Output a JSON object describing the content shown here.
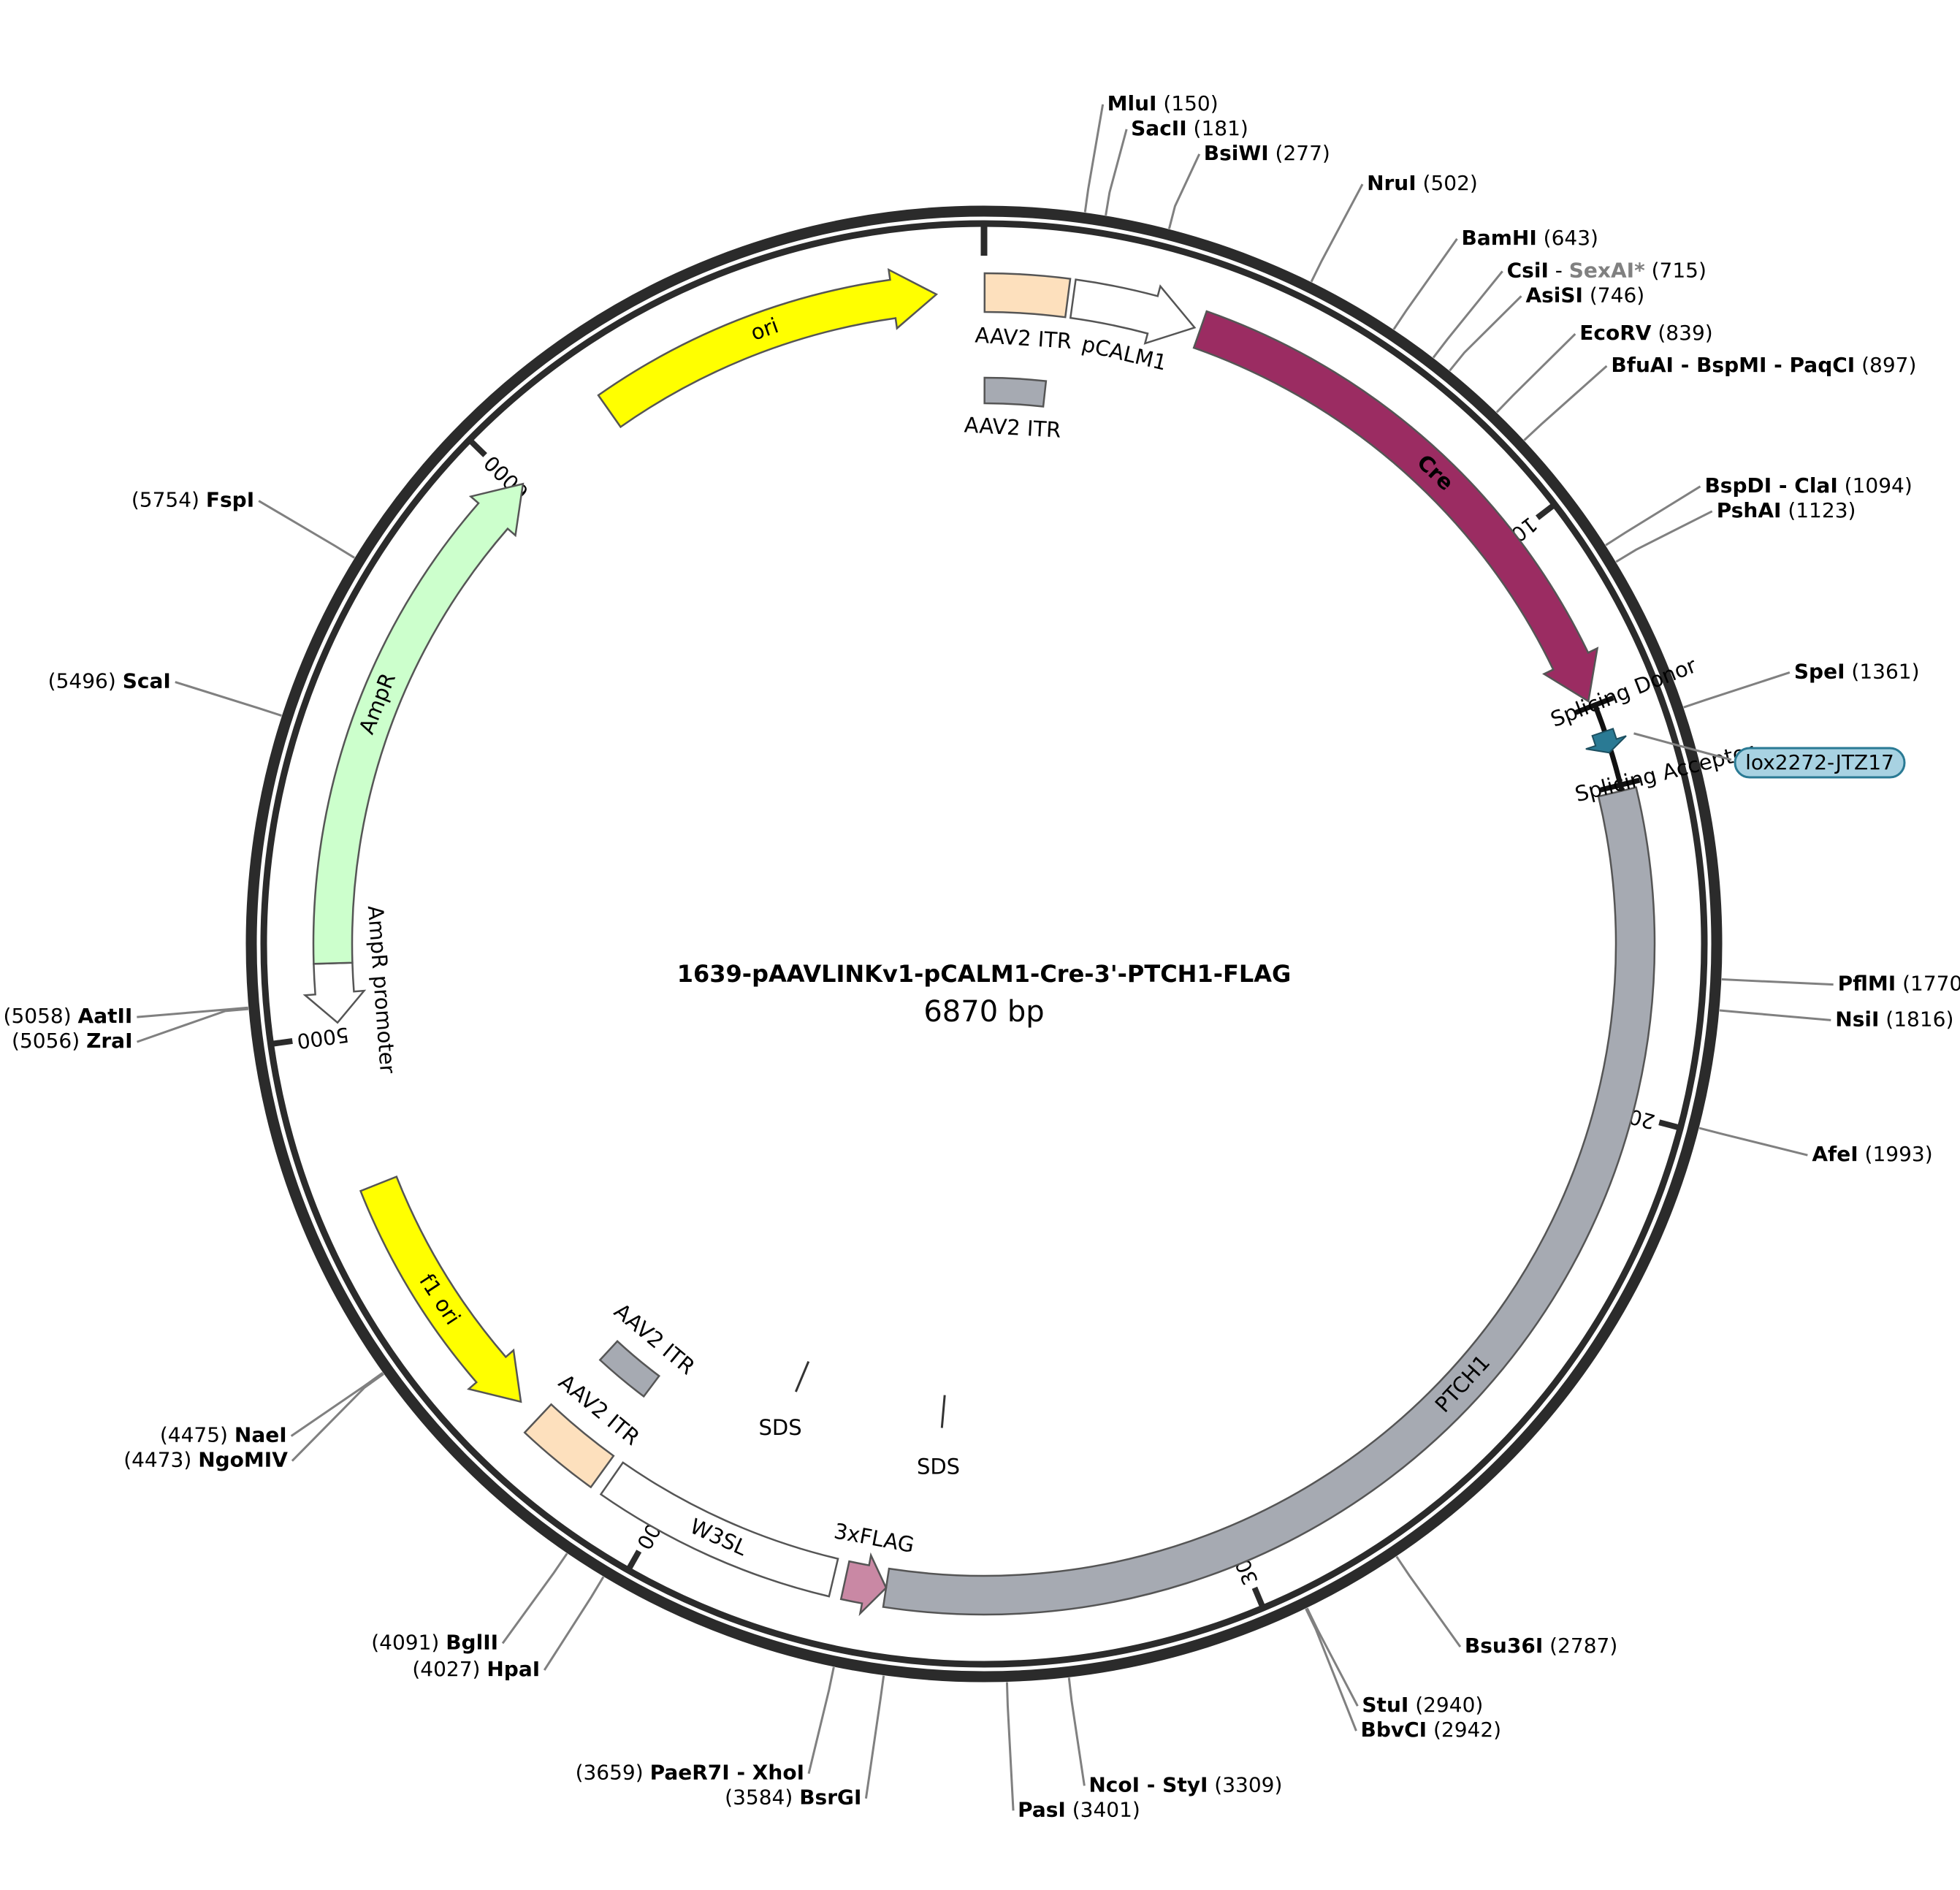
{
  "plasmid": {
    "name": "1639-pAAVLINKv1-pCALM1-Cre-3'-PTCH1-FLAG",
    "size_label": "6870 bp",
    "length": 6870
  },
  "ticks": [
    {
      "pos": 1000,
      "label": "1000"
    },
    {
      "pos": 2000,
      "label": "2000"
    },
    {
      "pos": 3000,
      "label": "3000"
    },
    {
      "pos": 4000,
      "label": "4000"
    },
    {
      "pos": 5000,
      "label": "5000"
    },
    {
      "pos": 6000,
      "label": "6000"
    }
  ],
  "features": [
    {
      "id": "aav2-itr-1",
      "label": "AAV2 ITR",
      "start": 1,
      "end": 141,
      "dir": 0,
      "color": "#fde0bd",
      "track": "outer"
    },
    {
      "id": "pcalm1",
      "label": "pCALM1",
      "start": 150,
      "end": 360,
      "dir": 1,
      "color": "#ffffff",
      "track": "outer"
    },
    {
      "id": "cre",
      "label": "Cre",
      "start": 370,
      "end": 1300,
      "dir": 1,
      "color": "#9b2c62",
      "track": "outer"
    },
    {
      "id": "aav2-itr-2",
      "label": "AAV2 ITR",
      "start": 1,
      "end": 120,
      "dir": 0,
      "color": "#a6aab2",
      "track": "inner"
    },
    {
      "id": "ptch1",
      "label": "PTCH1",
      "start": 1460,
      "end": 3600,
      "dir": 0,
      "color": "#a6aab2",
      "track": "outer"
    },
    {
      "id": "3xflag",
      "label": "3xFLAG",
      "start": 3600,
      "end": 3670,
      "dir": -1,
      "color": "#c988a4",
      "track": "outer"
    },
    {
      "id": "w3sl",
      "label": "W3SL",
      "start": 3690,
      "end": 4100,
      "dir": 0,
      "color": "#ffffff",
      "track": "outer"
    },
    {
      "id": "aav2-itr-3",
      "label": "AAV2 ITR",
      "start": 4120,
      "end": 4260,
      "dir": 0,
      "color": "#fde0bd",
      "track": "outer"
    },
    {
      "id": "aav2-itr-4",
      "label": "AAV2 ITR",
      "start": 4140,
      "end": 4250,
      "dir": 0,
      "color": "#a6aab2",
      "track": "inner"
    },
    {
      "id": "f1-ori",
      "label": "f1 ori",
      "start": 4300,
      "end": 4740,
      "dir": -1,
      "color": "#ffff00",
      "track": "outer"
    },
    {
      "id": "ampr-promoter",
      "label": "AmpR promoter",
      "start": 5020,
      "end": 5120,
      "dir": -1,
      "color": "#ffffff",
      "track": "outer"
    },
    {
      "id": "ampr",
      "label": "AmpR",
      "start": 5120,
      "end": 6010,
      "dir": 1,
      "color": "#ccffcc",
      "track": "outer"
    },
    {
      "id": "ori",
      "label": "ori",
      "start": 6200,
      "end": 6790,
      "dir": 1,
      "color": "#ffff00",
      "track": "outer"
    }
  ],
  "markers": [
    {
      "id": "splicing-donor",
      "label": "Splicing Donor",
      "pos": 1310
    },
    {
      "id": "splicing-acceptor",
      "label": "Splicing Acceptor",
      "pos": 1450
    },
    {
      "id": "sds-1",
      "label": "SDS",
      "pos": 3870
    },
    {
      "id": "sds-2",
      "label": "SDS",
      "pos": 3530
    }
  ],
  "lox_site": {
    "label": "lox2272-JTZ17",
    "pos": 1375,
    "color": "#a8d2e2"
  },
  "sites": [
    {
      "name": "MluI",
      "pos": 150
    },
    {
      "name": "SacII",
      "pos": 181
    },
    {
      "name": "BsiWI",
      "pos": 277
    },
    {
      "name": "NruI",
      "pos": 502
    },
    {
      "name": "BamHI",
      "pos": 643
    },
    {
      "name": "CsiI",
      "pos": 715,
      "alt": "SexAI*"
    },
    {
      "name": "AsiSI",
      "pos": 746
    },
    {
      "name": "EcoRV",
      "pos": 839
    },
    {
      "name": "BfuAI - BspMI - PaqCI",
      "pos": 897
    },
    {
      "name": "BspDI - ClaI",
      "pos": 1094
    },
    {
      "name": "PshAI",
      "pos": 1123
    },
    {
      "name": "SpeI",
      "pos": 1361
    },
    {
      "name": "PflMI",
      "pos": 1770
    },
    {
      "name": "NsiI",
      "pos": 1816
    },
    {
      "name": "AfeI",
      "pos": 1993
    },
    {
      "name": "Bsu36I",
      "pos": 2787
    },
    {
      "name": "StuI",
      "pos": 2940
    },
    {
      "name": "BbvCI",
      "pos": 2942
    },
    {
      "name": "NcoI - StyI",
      "pos": 3309
    },
    {
      "name": "PasI",
      "pos": 3401
    },
    {
      "name": "BsrGI",
      "pos": 3584
    },
    {
      "name": "PaeR7I - XhoI",
      "pos": 3659
    },
    {
      "name": "HpaI",
      "pos": 4027
    },
    {
      "name": "BglII",
      "pos": 4091
    },
    {
      "name": "NgoMIV",
      "pos": 4473
    },
    {
      "name": "NaeI",
      "pos": 4475
    },
    {
      "name": "ZraI",
      "pos": 5056
    },
    {
      "name": "AatII",
      "pos": 5058
    },
    {
      "name": "ScaI",
      "pos": 5496
    },
    {
      "name": "FspI",
      "pos": 5754
    }
  ],
  "colors": {
    "backbone": "#2b2b2b",
    "leader": "#808080",
    "alt_name": "#808080"
  }
}
